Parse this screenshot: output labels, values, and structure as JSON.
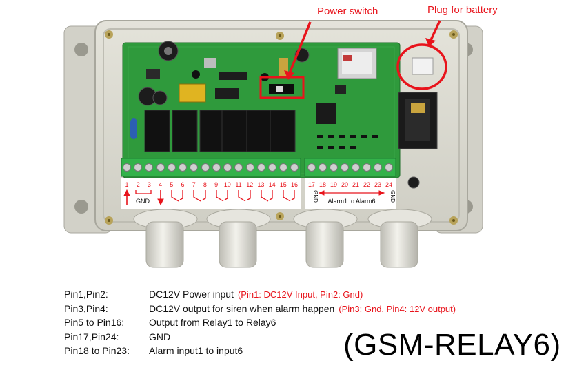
{
  "callouts": {
    "power_switch": "Power switch",
    "battery_plug": "Plug for battery"
  },
  "terminals": {
    "left_numbers": [
      "1",
      "2",
      "3",
      "4",
      "5",
      "6",
      "7",
      "8",
      "9",
      "10",
      "11",
      "12",
      "13",
      "14",
      "15",
      "16"
    ],
    "right_numbers": [
      "17",
      "18",
      "19",
      "20",
      "21",
      "22",
      "23",
      "24"
    ],
    "gnd_label": "GND",
    "gnd_vertical": "GND",
    "alarm_range": "Alarm1 to Alarm6"
  },
  "pins": [
    {
      "label": "Pin1,Pin2:",
      "desc": "DC12V Power input",
      "note": "(Pin1: DC12V Input, Pin2: Gnd)"
    },
    {
      "label": "Pin3,Pin4:",
      "desc": "DC12V output for siren when alarm happen",
      "note": "(Pin3: Gnd, Pin4: 12V output)"
    },
    {
      "label": "Pin5 to Pin16:",
      "desc": "Output from Relay1 to Relay6",
      "note": ""
    },
    {
      "label": "Pin17,Pin24:",
      "desc": "GND",
      "note": ""
    },
    {
      "label": "Pin18 to Pin23:",
      "desc": "Alarm input1 to input6",
      "note": ""
    }
  ],
  "model": "(GSM-RELAY6)",
  "colors": {
    "enclosure": "#d9d8cf",
    "pcb": "#2f9a3c",
    "terminal_green": "#33b24a",
    "annotation_red": "#e8141c"
  },
  "icons": [
    "power-switch-callout-circle",
    "battery-plug-callout-circle",
    "up-arrow-icon",
    "down-arrow-icon",
    "relay-contact-icon"
  ]
}
